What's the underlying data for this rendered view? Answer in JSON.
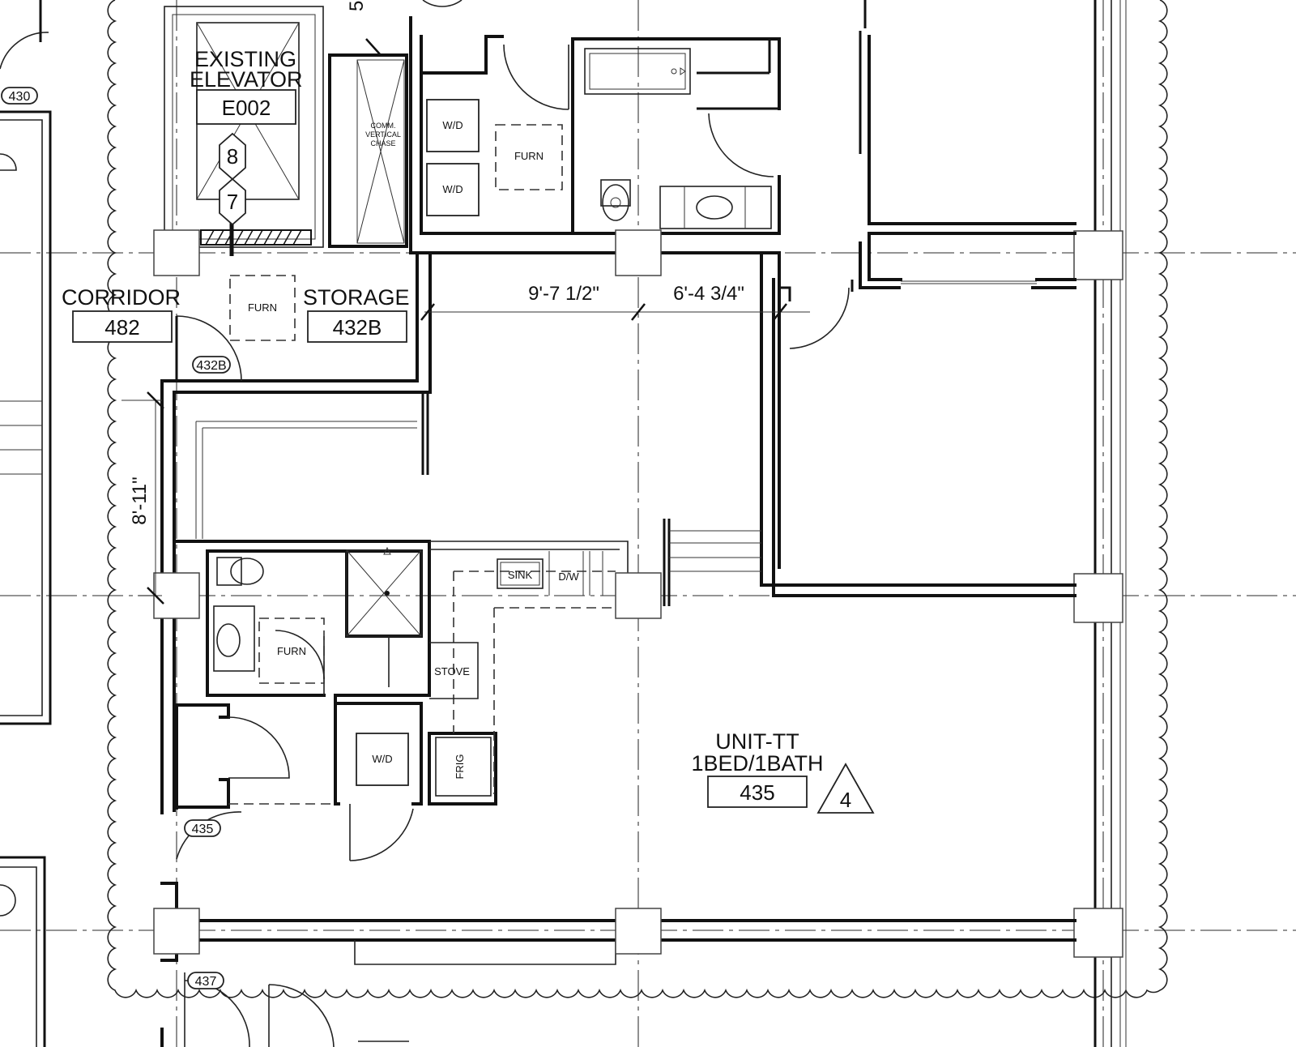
{
  "rooms": {
    "elevator": {
      "line1": "EXISTING",
      "line2": "ELEVATOR",
      "tag": "E002",
      "stop_upper": "8",
      "stop_lower": "7"
    },
    "chase": {
      "line1": "COMM.",
      "line2": "VERTICAL",
      "line3": "CHASE"
    },
    "corridor": {
      "name": "CORRIDOR",
      "number": "482"
    },
    "storage": {
      "name": "STORAGE",
      "number": "432B"
    },
    "unit": {
      "name": "UNIT-TT",
      "type": "1BED/1BATH",
      "number": "435"
    }
  },
  "revision_marker": "4",
  "door_tags": {
    "d430": "430",
    "d432b": "432B",
    "d435": "435",
    "d437": "437"
  },
  "dimensions": {
    "top_left": "9'-7 1/2\"",
    "top_right": "6'-4 3/4\"",
    "left_vertical": "8'-11\"",
    "cut_top": "5"
  },
  "fixtures": {
    "wd_upper": "W/D",
    "wd_lower": "W/D",
    "wd_unit": "W/D",
    "furn_laundry": "FURN",
    "furn_corridor": "FURN",
    "furn_bath": "FURN",
    "sink": "SINK",
    "dishwasher": "D/W",
    "stove": "STOVE",
    "fridge": "FRIG"
  }
}
